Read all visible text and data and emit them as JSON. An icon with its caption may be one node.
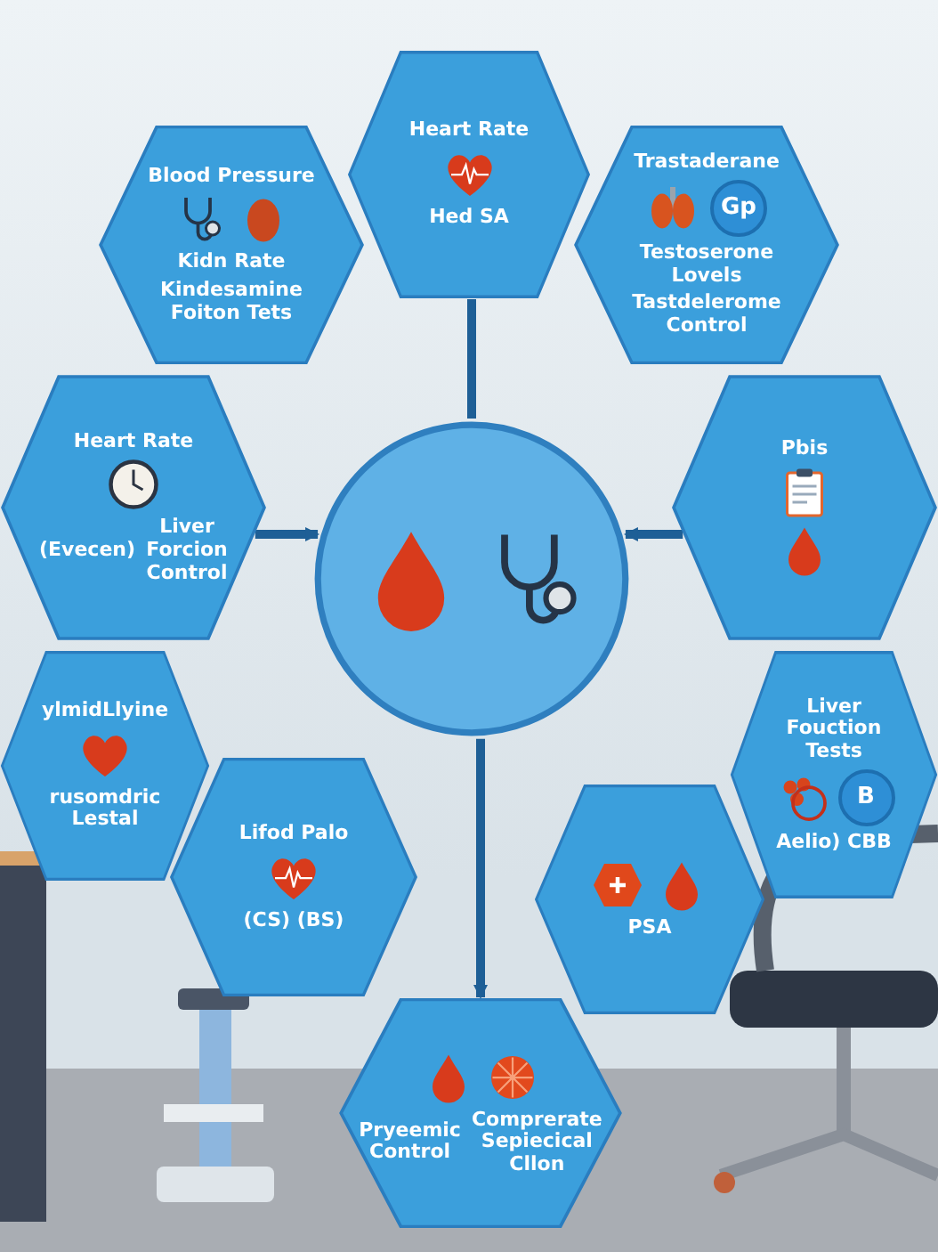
{
  "diagram": {
    "nodes": [
      {
        "text": [
          "Heart Rate",
          "Hed SA"
        ]
      },
      {
        "text": [
          "Blood Pressure",
          "Kidn Rate",
          "Kindesamine Foiton Tets"
        ]
      },
      {
        "text": [
          "Trastaderane",
          "Gp",
          "Testoserone Lovels",
          "Tastdelerome Control"
        ]
      },
      {
        "text": [
          "Heart Rate",
          "(Evecen)",
          "Liver Forcion Control"
        ]
      },
      {
        "text": [
          "Pbis"
        ]
      },
      {
        "text": [],
        "shape": "circle"
      },
      {
        "text": [
          "ylmidLlyine",
          "rusomdric Lestal"
        ]
      },
      {
        "text": [
          "Liver Fouction Tests",
          "B",
          "Aelio) CBB"
        ]
      },
      {
        "text": [
          "Lifod Palo",
          "(CS) (BS)"
        ]
      },
      {
        "text": [
          "PSA"
        ]
      },
      {
        "text": [
          "Pryeemic Control",
          "Comprerate Sepiecical Cllon"
        ]
      }
    ],
    "edges": [
      {
        "from": 0,
        "to": 5,
        "arrow": "none"
      },
      {
        "from": 3,
        "to": 5,
        "arrow": "to"
      },
      {
        "from": 4,
        "to": 5,
        "arrow": "to"
      },
      {
        "from": 5,
        "to": 10,
        "arrow": "to"
      }
    ]
  }
}
